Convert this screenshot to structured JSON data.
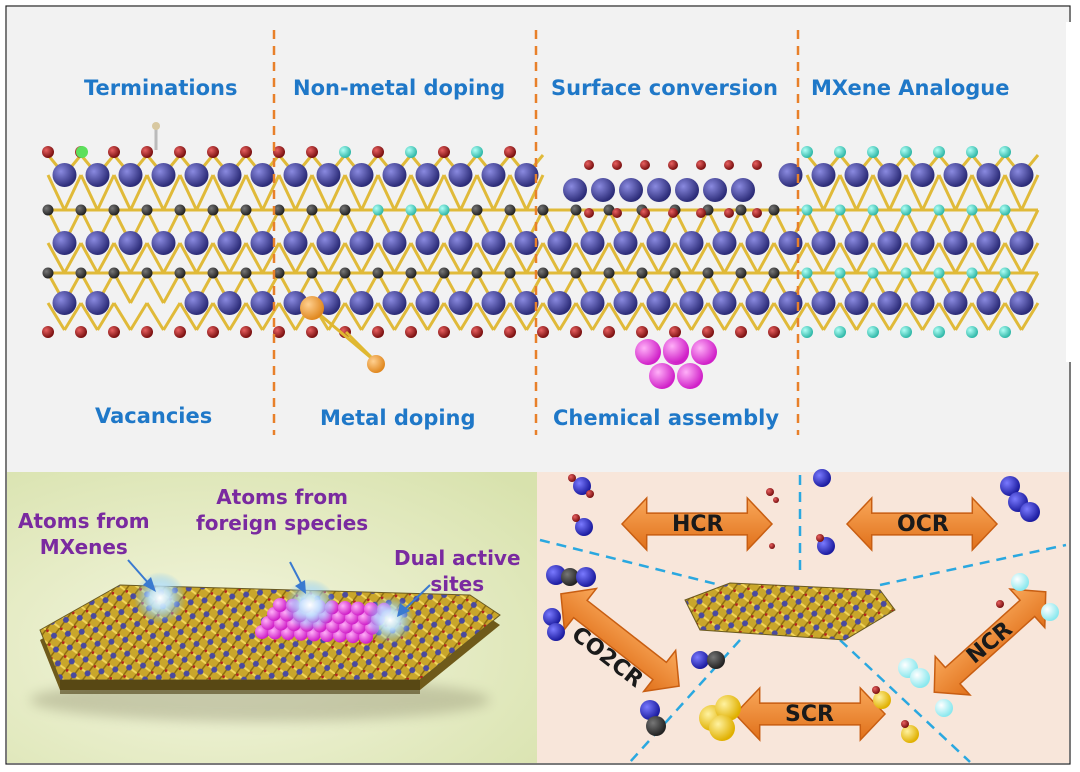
{
  "top_panel": {
    "labels_top": [
      "Terminations",
      "Non-metal doping",
      "Surface conversion",
      "MXene Analogue"
    ],
    "labels_bottom": [
      "Vacancies",
      "Metal doping",
      "Chemical assembly"
    ]
  },
  "bottom_left": {
    "callouts": [
      "Atoms from MXenes",
      "Atoms from foreign species",
      "Dual active sites"
    ],
    "callout_lines": [
      [
        "Atoms from",
        "MXenes"
      ],
      [
        "Atoms from",
        "foreign species"
      ],
      [
        "Dual active",
        "sites"
      ]
    ]
  },
  "bottom_right": {
    "reactions": [
      "HCR",
      "OCR",
      "CO2CR",
      "NCR",
      "SCR"
    ]
  },
  "colors": {
    "label_blue": "#1f78c8",
    "callout_purple": "#7a2aa0",
    "divider_orange": "#e8802a",
    "divider_blue": "#2aa8e0",
    "arrow_orange": "#f08a2a",
    "metal_atom": "#4a4aa0",
    "bond_gold": "#e0b830",
    "oxygen_red": "#b52020",
    "nonmetal_teal": "#4fd8c8",
    "carbon_dark": "#333333",
    "assembly_magenta": "#e040d8"
  },
  "icons": [
    "sparkle-icon",
    "callout-arrow-icon",
    "double-arrow-icon"
  ]
}
